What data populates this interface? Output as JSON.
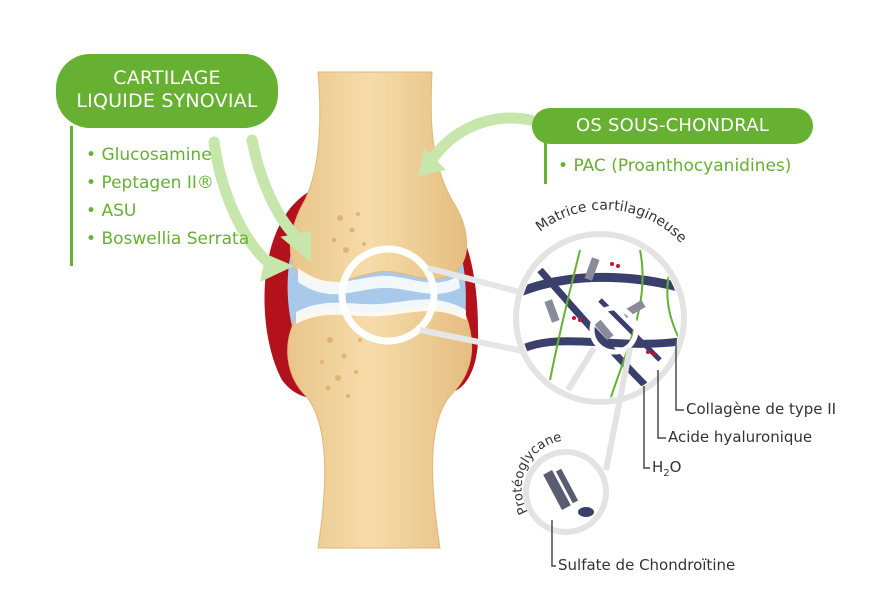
{
  "left_panel": {
    "title_line1": "CARTILAGE",
    "title_line2": "LIQUIDE SYNOVIAL",
    "items": [
      "Glucosamine",
      "Peptagen II®",
      "ASU",
      "Boswellia Serrata"
    ]
  },
  "right_panel": {
    "title": "OS SOUS-CHONDRAL",
    "items": [
      "PAC (Proanthocyanidines)"
    ]
  },
  "callouts": {
    "matrix_label": "Matrice cartilagineuse",
    "proteoglycan_label": "Protéoglycane",
    "collagen": "Collagène de type II",
    "hyaluronic": "Acide hyaluronique",
    "water_main": "H",
    "water_sub": "2",
    "water_tail": "O",
    "chondroitin": "Sulfate de Chondroïtine"
  },
  "colors": {
    "accent_green": "#66b032",
    "arrow_green": "#c6e6ab",
    "bone": "#f2d39c",
    "cartilage_blue": "#a9c9ea",
    "capsule_red": "#b3121c",
    "fiber_navy": "#3b3f6b"
  }
}
